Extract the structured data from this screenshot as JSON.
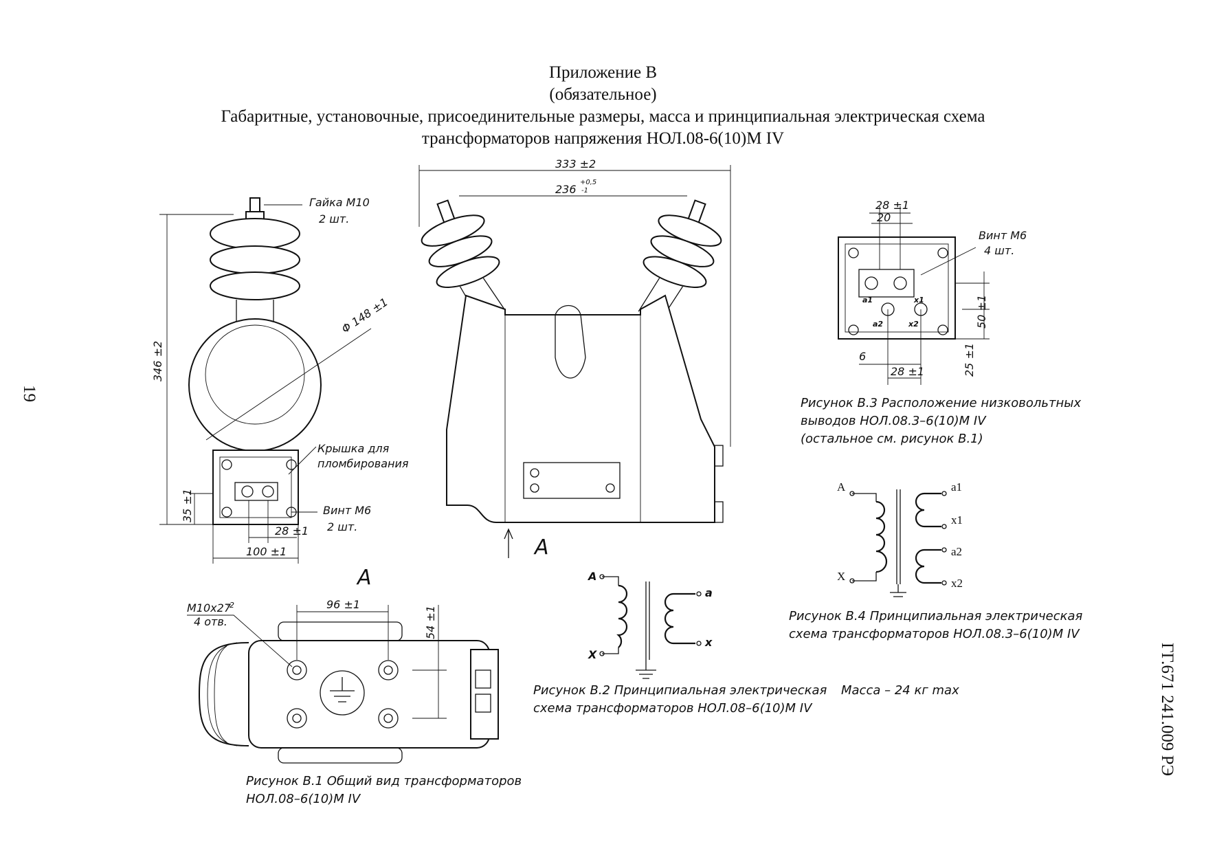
{
  "header": {
    "line1": "Приложение В",
    "line2": "(обязательное)",
    "line3": "Габаритные, установочные, присоединительные размеры, масса и принципиальная электрическая схема",
    "line4": "трансформаторов напряжения НОЛ.08-6(10)М IV"
  },
  "page_number": "19",
  "doc_code": "ГГ.671 241.009 РЭ",
  "fig1": {
    "nut": "Гайка М10",
    "nut_qty": "2 шт.",
    "dia": "Φ 148 ±1",
    "height": "346 ±2",
    "cover1": "Крышка для",
    "cover2": "пломбирования",
    "screw": "Винт М6",
    "screw_qty": "2 шт.",
    "d35": "35 ±1",
    "d28": "28 ±1",
    "d100": "100 ±1",
    "view": "А",
    "holes": "М10х27",
    "holes_tol": "-2",
    "holes_qty": "4 отв.",
    "d96": "96 ±1",
    "d54": "54 ±1",
    "caption1": "Рисунок В.1 Общий вид трансформаторов",
    "caption2": "НОЛ.08–6(10)М IV"
  },
  "fig_front": {
    "d333": "333 ±2",
    "d236": "236",
    "tol_up": "+0,5",
    "tol_dn": "-1",
    "arrow": "А"
  },
  "fig2": {
    "A": "А",
    "X": "Х",
    "a": "а",
    "x": "х",
    "caption1": "Рисунок В.2 Принципиальная электрическая",
    "caption2": "схема трансформаторов НОЛ.08–6(10)М IV"
  },
  "fig3": {
    "d28top": "28 ±1",
    "d20": "20",
    "screw": "Винт М6",
    "screw_qty": "4 шт.",
    "d50": "50 ±1",
    "d25": "25 ±1",
    "d6": "6",
    "d28bot": "28 ±1",
    "t_a1": "а1",
    "t_x1": "х1",
    "t_a2": "а2",
    "t_x2": "х2",
    "caption1": "Рисунок В.3 Расположение низковольтных",
    "caption2": "выводов НОЛ.08.3–6(10)М IV",
    "caption3": "(остальное см. рисунок В.1)"
  },
  "fig4": {
    "A": "А",
    "X": "Х",
    "a1": "а1",
    "x1": "х1",
    "a2": "а2",
    "x2": "х2",
    "caption1": "Рисунок В.4 Принципиальная электрическая",
    "caption2": "схема трансформаторов НОЛ.08.3–6(10)М IV"
  },
  "mass": "Масса – 24 кг max"
}
